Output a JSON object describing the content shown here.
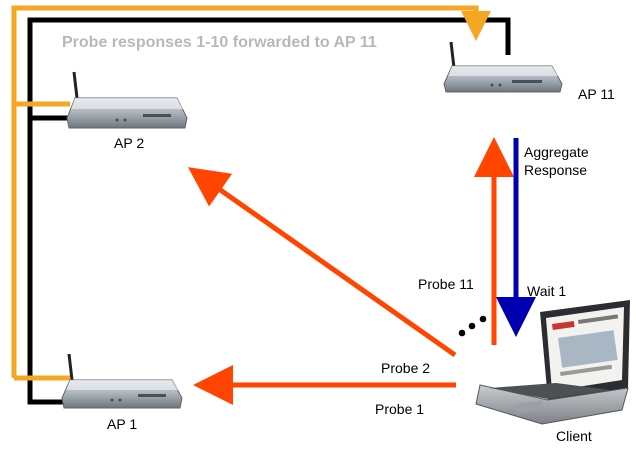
{
  "title": "Probe responses 1-10 forwarded to AP 11",
  "nodes": {
    "ap11": "AP 11",
    "ap2": "AP 2",
    "ap1": "AP 1",
    "client": "Client"
  },
  "edges": {
    "aggregate_line1": "Aggregate",
    "aggregate_line2": "Response",
    "wait": "Wait 1",
    "probe11": "Probe 11",
    "probe2": "Probe 2",
    "probe1": "Probe 1"
  },
  "colors": {
    "probe": "#ff4500",
    "aggregate": "#0000b0",
    "forward_orange": "#f5a623",
    "forward_black": "#000000",
    "title": "#b8b8b8"
  }
}
